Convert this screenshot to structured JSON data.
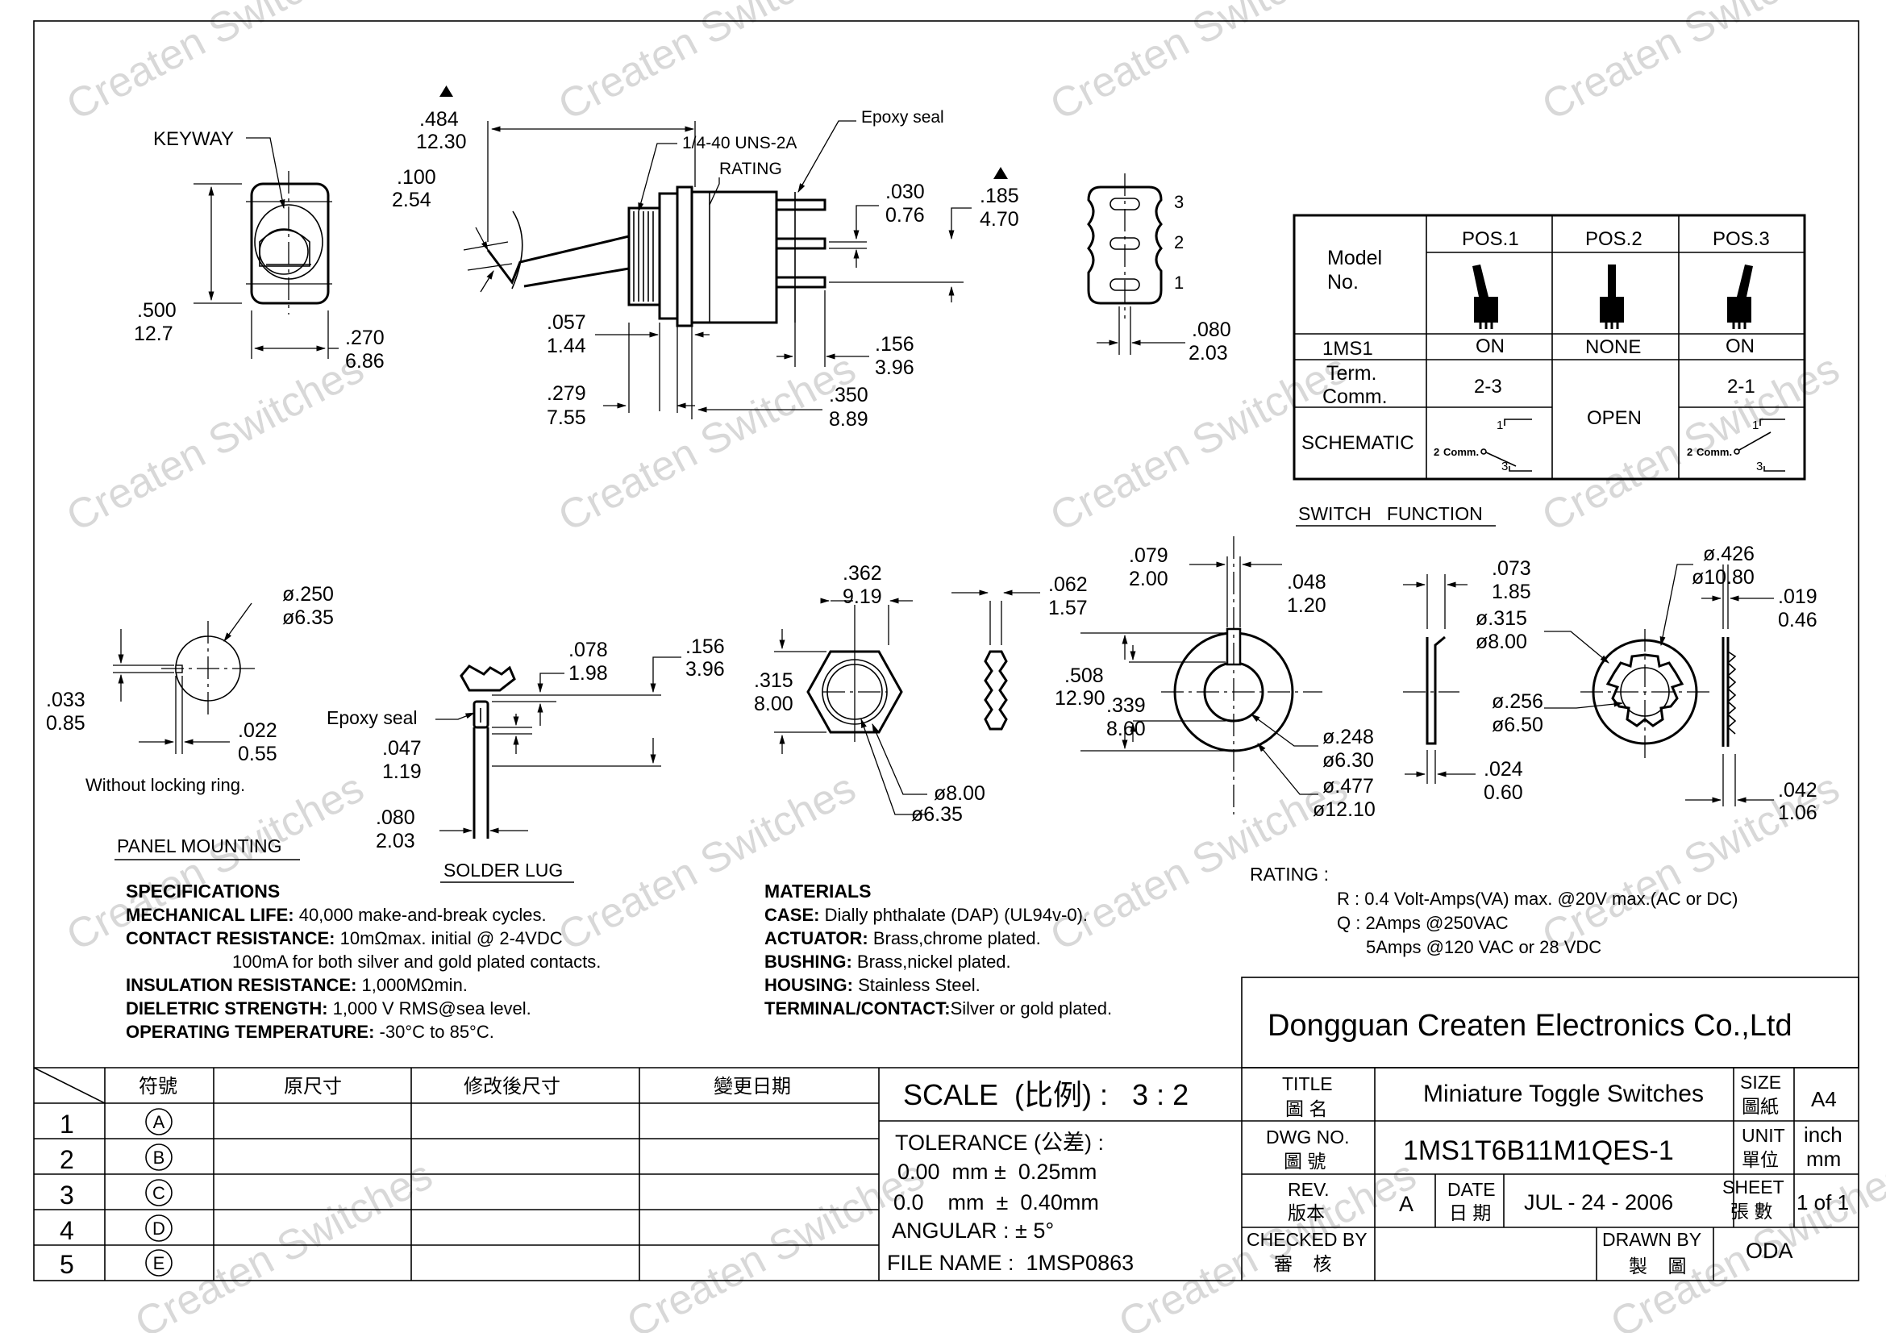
{
  "watermark": "Createn Switches",
  "front_view": {
    "keyway": "KEYWAY",
    "h_in": ".500",
    "h_mm": "12.7",
    "w_in": ".270",
    "w_mm": "6.86"
  },
  "side_view": {
    "dim_484_in": ".484",
    "dim_484_mm": "12.30",
    "dim_100_in": ".100",
    "dim_100_mm": "2.54",
    "thread": "1/4-40 UNS-2A",
    "rating": "RATING",
    "epoxy": "Epoxy seal",
    "dim_030_in": ".030",
    "dim_030_mm": "0.76",
    "dim_185_in": ".185",
    "dim_185_mm": "4.70",
    "dim_057_in": ".057",
    "dim_057_mm": "1.44",
    "dim_156_in": ".156",
    "dim_156_mm": "3.96",
    "dim_279_in": ".279",
    "dim_279_mm": "7.55",
    "dim_350_in": ".350",
    "dim_350_mm": "8.89"
  },
  "bottom_view": {
    "t3": "3",
    "t2": "2",
    "t1": "1",
    "dim_in": ".080",
    "dim_mm": "2.03"
  },
  "switch_table": {
    "model_label": "Model\nNo.",
    "pos1": "POS.1",
    "pos2": "POS.2",
    "pos3": "POS.3",
    "model": "1MS1",
    "on1": "ON",
    "none": "NONE",
    "on3": "ON",
    "term_label": "Term.",
    "comm_label": "Comm.",
    "term1": "2-3",
    "open": "OPEN",
    "term3": "2-1",
    "schematic": "SCHEMATIC",
    "sch_1": "1",
    "sch_2": "2",
    "sch_comm": "Comm.",
    "sch_3": "3",
    "caption": "SWITCH   FUNCTION"
  },
  "panel": {
    "d_in": "ø.250",
    "d_mm": "ø6.35",
    "k_in": ".033",
    "k_mm": "0.85",
    "g_in": ".022",
    "g_mm": "0.55",
    "note": "Without locking ring.",
    "caption": "PANEL MOUNTING"
  },
  "lug": {
    "epoxy": "Epoxy seal",
    "a_in": ".078",
    "a_mm": "1.98",
    "b_in": ".156",
    "b_mm": "3.96",
    "c_in": ".047",
    "c_mm": "1.19",
    "d_in": ".080",
    "d_mm": "2.03",
    "caption": "SOLDER LUG"
  },
  "nut": {
    "a_in": ".362",
    "a_mm": "9.19",
    "b_in": ".315",
    "b_mm": "8.00",
    "c_in": "ø8.00",
    "c_mm": "ø6.35",
    "d_in": ".062",
    "d_mm": "1.57"
  },
  "washer": {
    "a_in": ".079",
    "a_mm": "2.00",
    "b_in": ".048",
    "b_mm": "1.20",
    "c_in": ".508",
    "c_mm": "12.90",
    "d_in": ".339",
    "d_mm": "8.60",
    "e_in": "ø.248",
    "e_mm": "ø6.30",
    "f_in": "ø.477",
    "f_mm": "ø12.10",
    "g_in": ".073",
    "g_mm": "1.85",
    "h_in": ".024",
    "h_mm": "0.60"
  },
  "lockwasher": {
    "a_in": "ø.426",
    "a_mm": "ø10.80",
    "b_in": "ø.315",
    "b_mm": "ø8.00",
    "c_in": "ø.256",
    "c_mm": "ø6.50",
    "d_in": ".019",
    "d_mm": "0.46",
    "e_in": ".042",
    "e_mm": "1.06"
  },
  "specs": {
    "title": "SPECIFICATIONS",
    "lines": [
      {
        "label": "MECHANICAL LIFE:",
        "value": " 40,000 make-and-break cycles."
      },
      {
        "label": "CONTACT RESISTANCE:",
        "value": " 10mΩmax. initial @ 2-4VDC"
      },
      {
        "label": "",
        "value": "100mA for both silver and gold plated contacts."
      },
      {
        "label": "INSULATION RESISTANCE:",
        "value": " 1,000MΩmin."
      },
      {
        "label": "DIELETRIC STRENGTH:",
        "value": " 1,000 V RMS@sea level."
      },
      {
        "label": "OPERATING TEMPERATURE:",
        "value": " -30°C to 85°C."
      }
    ]
  },
  "materials": {
    "title": "MATERIALS",
    "lines": [
      {
        "label": "CASE:",
        "value": " Dially phthalate (DAP) (UL94v-0)."
      },
      {
        "label": "ACTUATOR:",
        "value": " Brass,chrome plated."
      },
      {
        "label": "BUSHING:",
        "value": " Brass,nickel plated."
      },
      {
        "label": "HOUSING:",
        "value": " Stainless Steel."
      },
      {
        "label": "TERMINAL/CONTACT:",
        "value": "Silver or gold plated."
      }
    ]
  },
  "rating": {
    "title": "RATING :",
    "lines": [
      "R : 0.4 Volt-Amps(VA) max. @20V max.(AC or DC)",
      "Q : 2Amps @250VAC",
      "5Amps @120 VAC or 28 VDC"
    ]
  },
  "titleblock": {
    "company": "Dongguan Createn Electronics Co.,Ltd",
    "rev_headers": [
      "符號",
      "原尺寸",
      "修改後尺寸",
      "變更日期"
    ],
    "rows": [
      "1",
      "2",
      "3",
      "4",
      "5"
    ],
    "symbols": [
      "A",
      "B",
      "C",
      "D",
      "E"
    ],
    "scale": "SCALE  (比例) :   3 : 2",
    "tolerance": "TOLERANCE (公差) :",
    "tol1": "0.00  mm ±  0.25mm",
    "tol2": "0.0    mm  ±  0.40mm",
    "angular": "ANGULAR : ± 5°",
    "file": "FILE NAME :  1MSP0863",
    "title_en": "TITLE",
    "title_cn": "圖 名",
    "title_val": "Miniature Toggle Switches",
    "size_en": "SIZE",
    "size_cn": "圖紙",
    "size_val": "A4",
    "dwg_en": "DWG NO.",
    "dwg_cn": "圖  號",
    "dwg_val": "1MS1T6B11M1QES-1",
    "unit_en": "UNIT",
    "unit_cn": "單位",
    "unit_val1": "inch",
    "unit_val2": "mm",
    "rev_en": "REV.",
    "rev_cn": "版本",
    "rev_val": "A",
    "date_en": "DATE",
    "date_cn": "日 期",
    "date_val": "JUL - 24 - 2006",
    "sheet_en": "SHEET",
    "sheet_cn": "張  數",
    "sheet_val": "1 of 1",
    "checked_en": "CHECKED BY",
    "checked_cn": "審    核",
    "drawn_en": "DRAWN BY",
    "drawn_cn": "製    圖",
    "drawn_val": "ODA"
  }
}
